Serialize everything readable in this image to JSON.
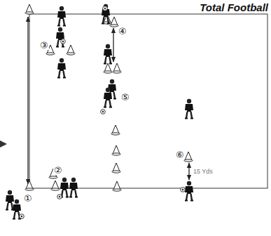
{
  "diagram": {
    "title": "Total Football",
    "labels": [
      "①",
      "②",
      "③",
      "④",
      "⑤",
      "⑥",
      "15 Yds"
    ]
  }
}
